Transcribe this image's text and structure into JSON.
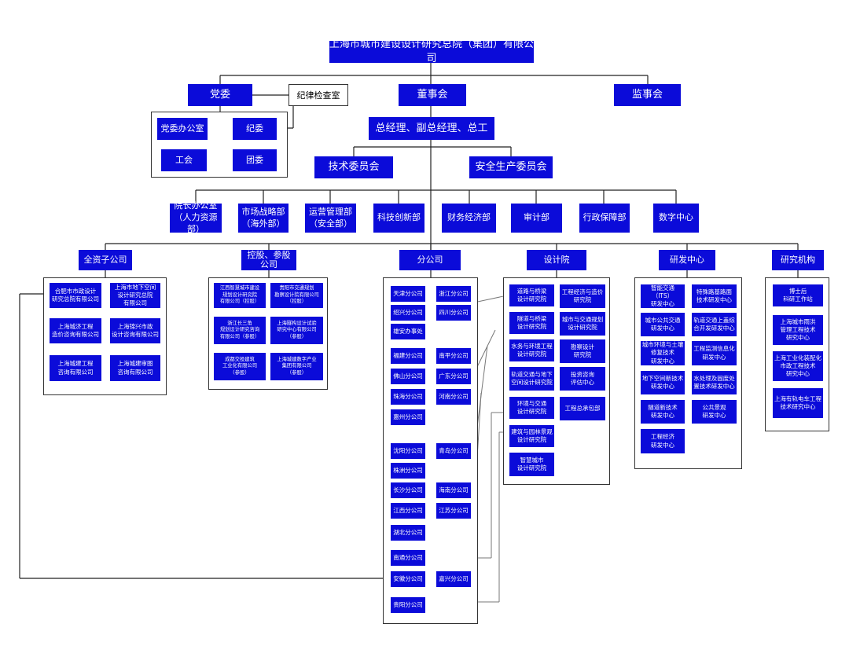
{
  "colors": {
    "node": "#0B0BD9",
    "text": "#FFFFFF",
    "line": "#222222"
  },
  "top": {
    "company": "上海市城市建设设计研究总院（集团）有限公司",
    "party": "党委",
    "board": "董事会",
    "supervisors": "监事会",
    "discipline": "纪律检查室",
    "party_office": "党委办公室",
    "party_disc": "纪委",
    "union": "工会",
    "youth": "团委",
    "gm": "总经理、副总经理、总工",
    "tech_committee": "技术委员会",
    "safety_committee": "安全生产委员会"
  },
  "departments": [
    "院长办公室\n（人力资源部）",
    "市场战略部\n（海外部）",
    "运营管理部\n（安全部）",
    "科技创新部",
    "财务经济部",
    "审计部",
    "行政保障部",
    "数字中心"
  ],
  "groups": {
    "wholly": "全资子公司",
    "holding": "控股、参股\n公司",
    "branches": "分公司",
    "design": "设计院",
    "rnd": "研发中心",
    "research": "研究机构"
  },
  "wholly_items": [
    "合肥市市政设计\n研究总院有限公司",
    "上海市地下空间\n设计研究总院\n有限公司",
    "上海城济工程\n造价咨询有限公司",
    "上海锦兴市政\n设计咨询有限公司",
    "上海城建工程\n咨询有限公司",
    "上海城建审图\n咨询有限公司"
  ],
  "holding_items": [
    "江西智慧城市建设\n规划设计研究院\n有限公司（控股）",
    "贵阳市交通规划\n勘察设计院有限公司\n（控股）",
    "浙江长三角\n规划设计研究咨询\n有限公司（参股）",
    "上海隧构设计试验\n研究中心有限公司\n（参股）",
    "成都交投建筑\n工业化有限公司\n（参股）",
    "上海城建数字产业\n集团有限公司\n（参股）"
  ],
  "branch_items": [
    "天津分公司",
    "浙江分公司",
    "绍兴分公司",
    "四川分公司",
    "雄安办事处",
    "福建分公司",
    "南平分公司",
    "佛山分公司",
    "广东分公司",
    "珠海分公司",
    "河南分公司",
    "惠州分公司",
    "沈阳分公司",
    "青岛分公司",
    "株洲分公司",
    "长沙分公司",
    "海南分公司",
    "江西分公司",
    "江苏分公司",
    "湖北分公司",
    "南通分公司",
    "安徽分公司",
    "嘉兴分公司",
    "贵阳分公司"
  ],
  "design_left": [
    "道路与桥梁\n设计研究院",
    "隧道与桥梁\n设计研究院",
    "水务与环境工程\n设计研究院",
    "轨道交通与地下\n空间设计研究院",
    "环境与交通\n设计研究院",
    "建筑与园林景观\n设计研究院",
    "智慧城市\n设计研究院"
  ],
  "design_right": [
    "工程经济与造价\n研究院",
    "城市与交通规划\n设计研究院",
    "勘察设计\n研究院",
    "投资咨询\n评估中心",
    "工程总承包部"
  ],
  "rnd_items": [
    "智能交通（ITS）\n研发中心",
    "特殊路基路面\n技术研发中心",
    "城市公共交通\n研发中心",
    "轨道交通上盖综\n合开发研发中心",
    "城市环境与土壤\n修复技术\n研发中心",
    "工程监测信息化\n研发中心",
    "地下空间新技术\n研发中心",
    "水处理及固废处\n置技术研发中心",
    "隧道新技术\n研发中心",
    "公共景观\n研发中心",
    "工程经济\n研发中心"
  ],
  "research_items": [
    "博士后\n科研工作站",
    "上海城市雨洪\n管理工程技术\n研究中心",
    "上海工业化装配化\n市政工程技术\n研究中心",
    "上海有轨电车工程\n技术研究中心"
  ]
}
